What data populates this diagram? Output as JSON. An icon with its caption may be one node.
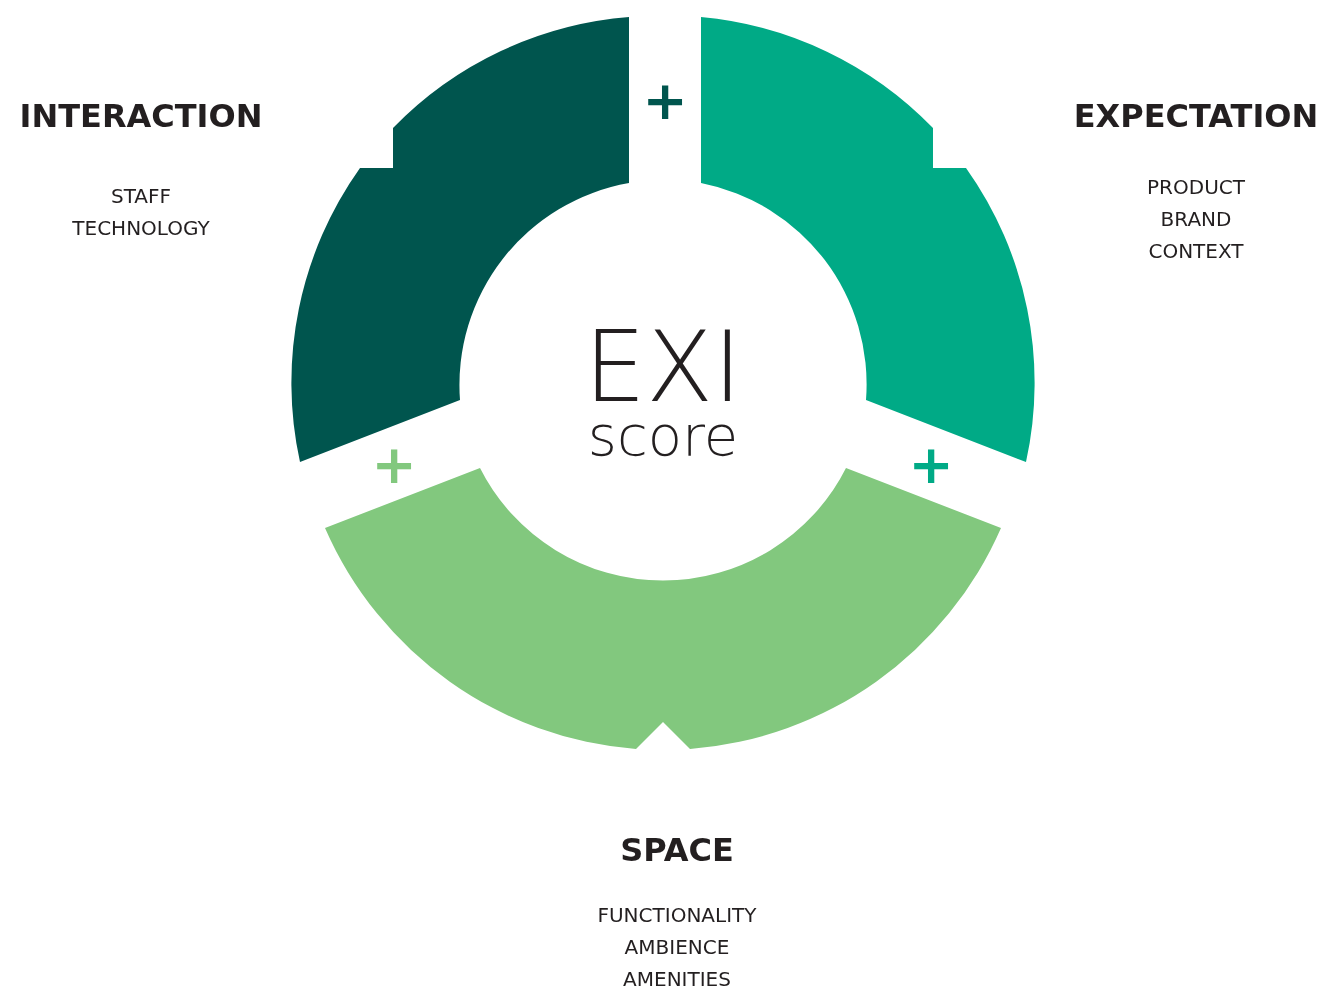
{
  "diagram": {
    "nodes": [
      {
        "text": [
          "EXI",
          "score"
        ]
      },
      {
        "text": [
          "INTERACTION"
        ],
        "beside": [
          "STAFF",
          "TECHNOLOGY"
        ]
      },
      {
        "text": [
          "EXPECTATION"
        ],
        "beside": [
          "PRODUCT",
          "BRAND",
          "CONTEXT"
        ]
      },
      {
        "text": [
          "SPACE"
        ],
        "beside": [
          "FUNCTIONALITY",
          "AMBIENCE",
          "AMENITIES"
        ]
      }
    ],
    "edges": [],
    "labels": [
      "+",
      "+",
      "+"
    ]
  }
}
